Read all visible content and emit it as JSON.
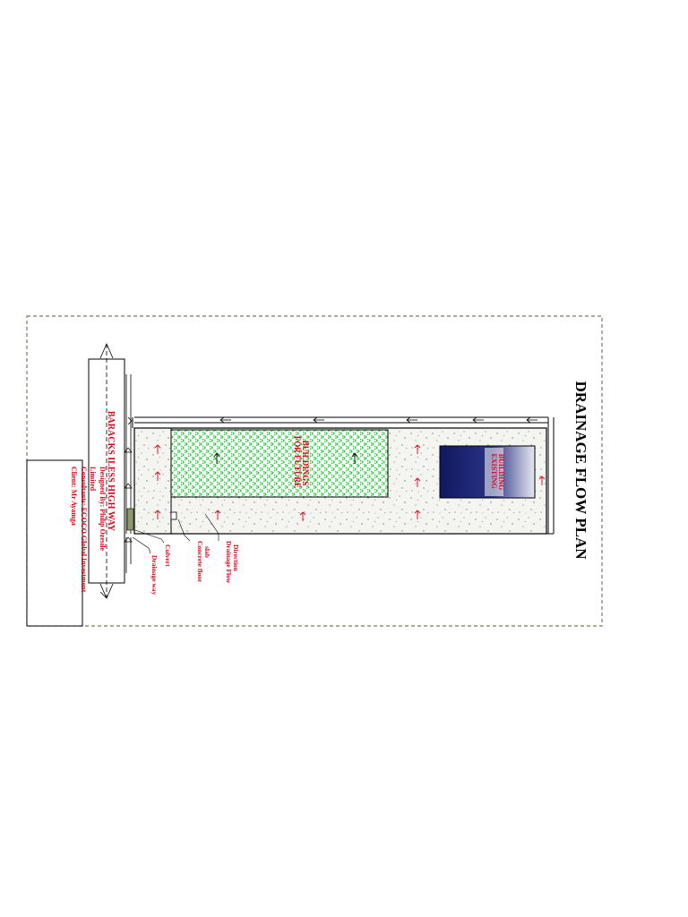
{
  "title": "DRAINAGE FLOW PLAN",
  "highway_label": "BARACKS ILESS HIGH WAY",
  "zones": {
    "future_buildings": [
      "FOR FUTURE",
      "BUILDINGS"
    ],
    "existing_building": [
      "EXISTING",
      "BUILDING"
    ]
  },
  "legend": {
    "drainage_flow": [
      "Drainage Flow",
      "Direction"
    ],
    "concrete_slab": [
      "Concrete floor",
      "slab"
    ],
    "culvert": "Culvert",
    "drainage_way": "Drainage way"
  },
  "info_box": {
    "client": "Client: Mr Ayamga",
    "consultants_1": "Consultants: ECOCO Global Investment",
    "consultants_2": "Limited",
    "designer": "Designed By: Philip Ozesile"
  },
  "colors": {
    "annotation_red": "#e0001a",
    "future_green": "#19c832",
    "building_blue": "#131a6b",
    "frame_dash": "#7a7a62"
  }
}
